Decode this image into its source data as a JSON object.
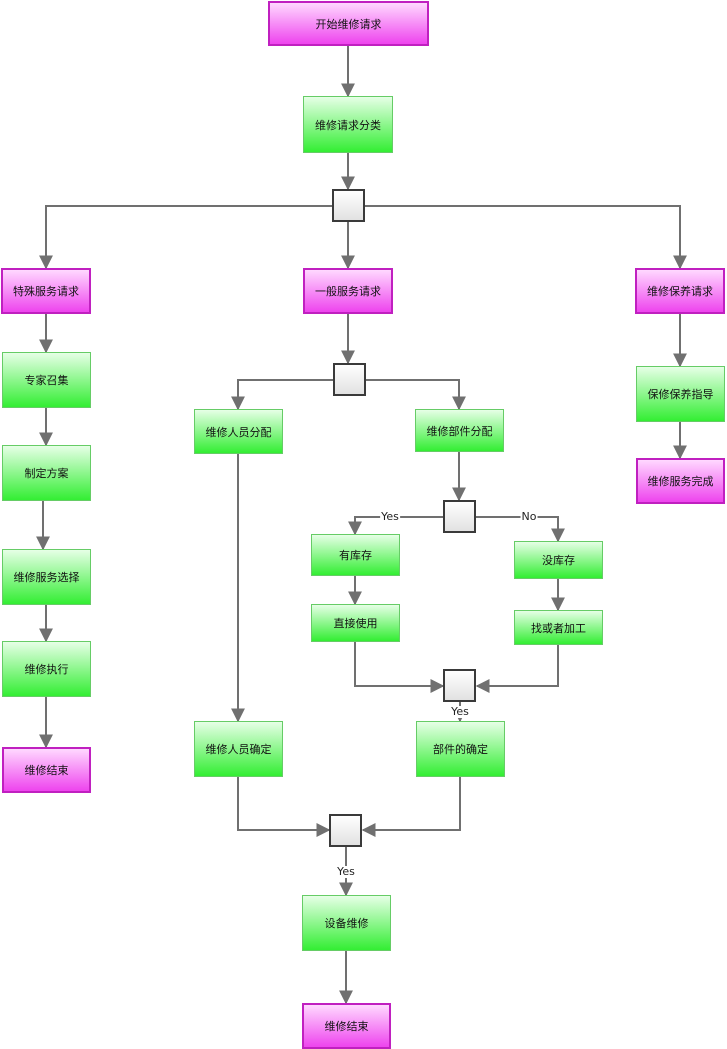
{
  "nodes": {
    "start": "开始维修请求",
    "classify": "维修请求分类",
    "special": "特殊服务请求",
    "general": "一般服务请求",
    "maintain": "维修保养请求",
    "expert": "专家召集",
    "plan": "制定方案",
    "service_select": "维修服务选择",
    "execute": "维修执行",
    "end_left": "维修结束",
    "staff_assign": "维修人员分配",
    "parts_assign": "维修部件分配",
    "maintain_guide": "保修保养指导",
    "maintain_done": "维修服务完成",
    "in_stock": "有库存",
    "no_stock": "没库存",
    "direct_use": "直接使用",
    "find_make": "找或者加工",
    "staff_confirm": "维修人员确定",
    "parts_confirm": "部件的确定",
    "repair": "设备维修",
    "end_bottom": "维修结束"
  },
  "edge_labels": {
    "yes_left": "Yes",
    "no_right": "No",
    "yes_parts": "Yes",
    "yes_repair": "Yes"
  },
  "colors": {
    "terminal": "#ee44ee",
    "process": "#33ee33",
    "edge": "#707070"
  }
}
